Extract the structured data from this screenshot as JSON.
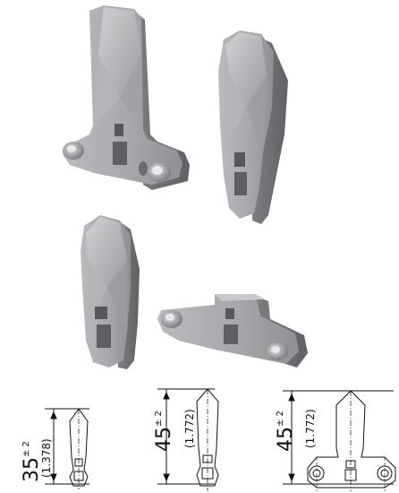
{
  "drawings": [
    {
      "id": "drawing-1",
      "dimension_main": "35",
      "tolerance": "± 2",
      "dimension_inches": "(1.378)"
    },
    {
      "id": "drawing-2",
      "dimension_main": "45",
      "tolerance": "± 2",
      "dimension_inches": "(1.772)"
    },
    {
      "id": "drawing-3",
      "dimension_main": "45",
      "tolerance": "± 2",
      "dimension_inches": "(1.772)"
    }
  ],
  "colors": {
    "part_face": "#a9abae",
    "part_light": "#c9cacc",
    "part_dark": "#6f7174",
    "part_edge": "#8b8d90",
    "line": "#111111"
  }
}
